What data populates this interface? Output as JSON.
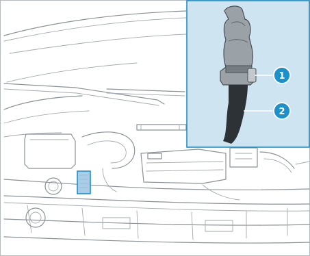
{
  "callouts": [
    {
      "label": "1"
    },
    {
      "label": "2"
    }
  ],
  "colors": {
    "inset_background": "#cfe4f1",
    "inset_border": "#1d8fc9",
    "callout_fill": "#1d8fc9",
    "highlight_fill": "#a9cde6",
    "highlight_border": "#1d8fc9",
    "connector_body": "#9aa2a8",
    "cable": "#2d3236",
    "drawing_lines": "#8a9197"
  },
  "icons": {
    "connector": "electrical-connector-icon",
    "cable": "cable-icon",
    "marked_component": "fuse-box-highlight"
  }
}
